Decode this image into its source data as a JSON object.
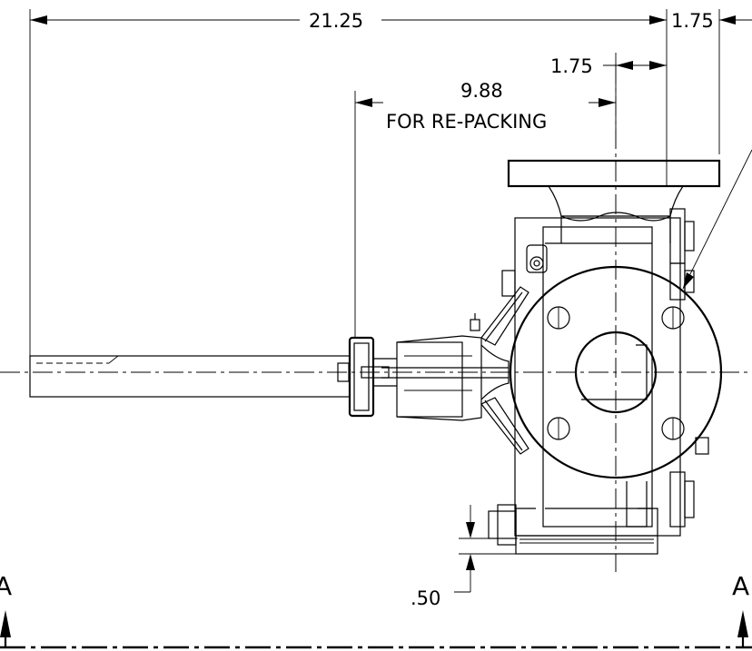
{
  "dimensions": {
    "overall_length": "21.25",
    "right_offset": "1.75",
    "inner_offset": "1.75",
    "repacking_value": "9.88",
    "repacking_note": "FOR RE-PACKING",
    "base_offset": ".50"
  },
  "section": {
    "left_label": "A",
    "right_label": "A"
  }
}
